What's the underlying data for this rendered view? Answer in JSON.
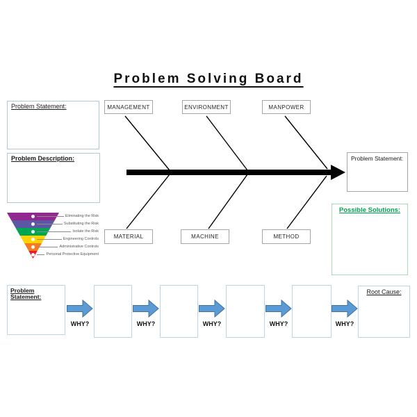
{
  "title": "Problem Solving Board",
  "left_panel": {
    "problem_statement": {
      "label": "Problem Statement:"
    },
    "problem_description": {
      "label": "Problem Description:"
    }
  },
  "risk_pyramid": {
    "levels": [
      {
        "label": "Eliminating the Risk",
        "color": "#92278F"
      },
      {
        "label": "Substituting the Risk",
        "color": "#5B57A5"
      },
      {
        "label": "Isolate the Risk",
        "color": "#00A651"
      },
      {
        "label": "Engineering Controls",
        "color": "#FFD200"
      },
      {
        "label": "Administrative Controls",
        "color": "#F47B20"
      },
      {
        "label": "Personal Protective Equipment",
        "color": "#EC1C24"
      }
    ]
  },
  "fishbone": {
    "top_categories": [
      "MANAGEMENT",
      "ENVIRONMENT",
      "MANPOWER"
    ],
    "bottom_categories": [
      "MATERIAL",
      "MACHINE",
      "METHOD"
    ],
    "effect_box": {
      "label": "Problem Statement:"
    },
    "spine_color": "#000000"
  },
  "possible_solutions": {
    "label": "Possible Solutions:",
    "text_color": "#00A651",
    "border_color": "#A8D8B9"
  },
  "five_whys": {
    "start_box": {
      "label": "Problem Statement:"
    },
    "end_box": {
      "label": "Root Cause:"
    },
    "why_label": "WHY?",
    "arrow_fill": "#5B9BD5",
    "arrow_stroke": "#41719C"
  }
}
